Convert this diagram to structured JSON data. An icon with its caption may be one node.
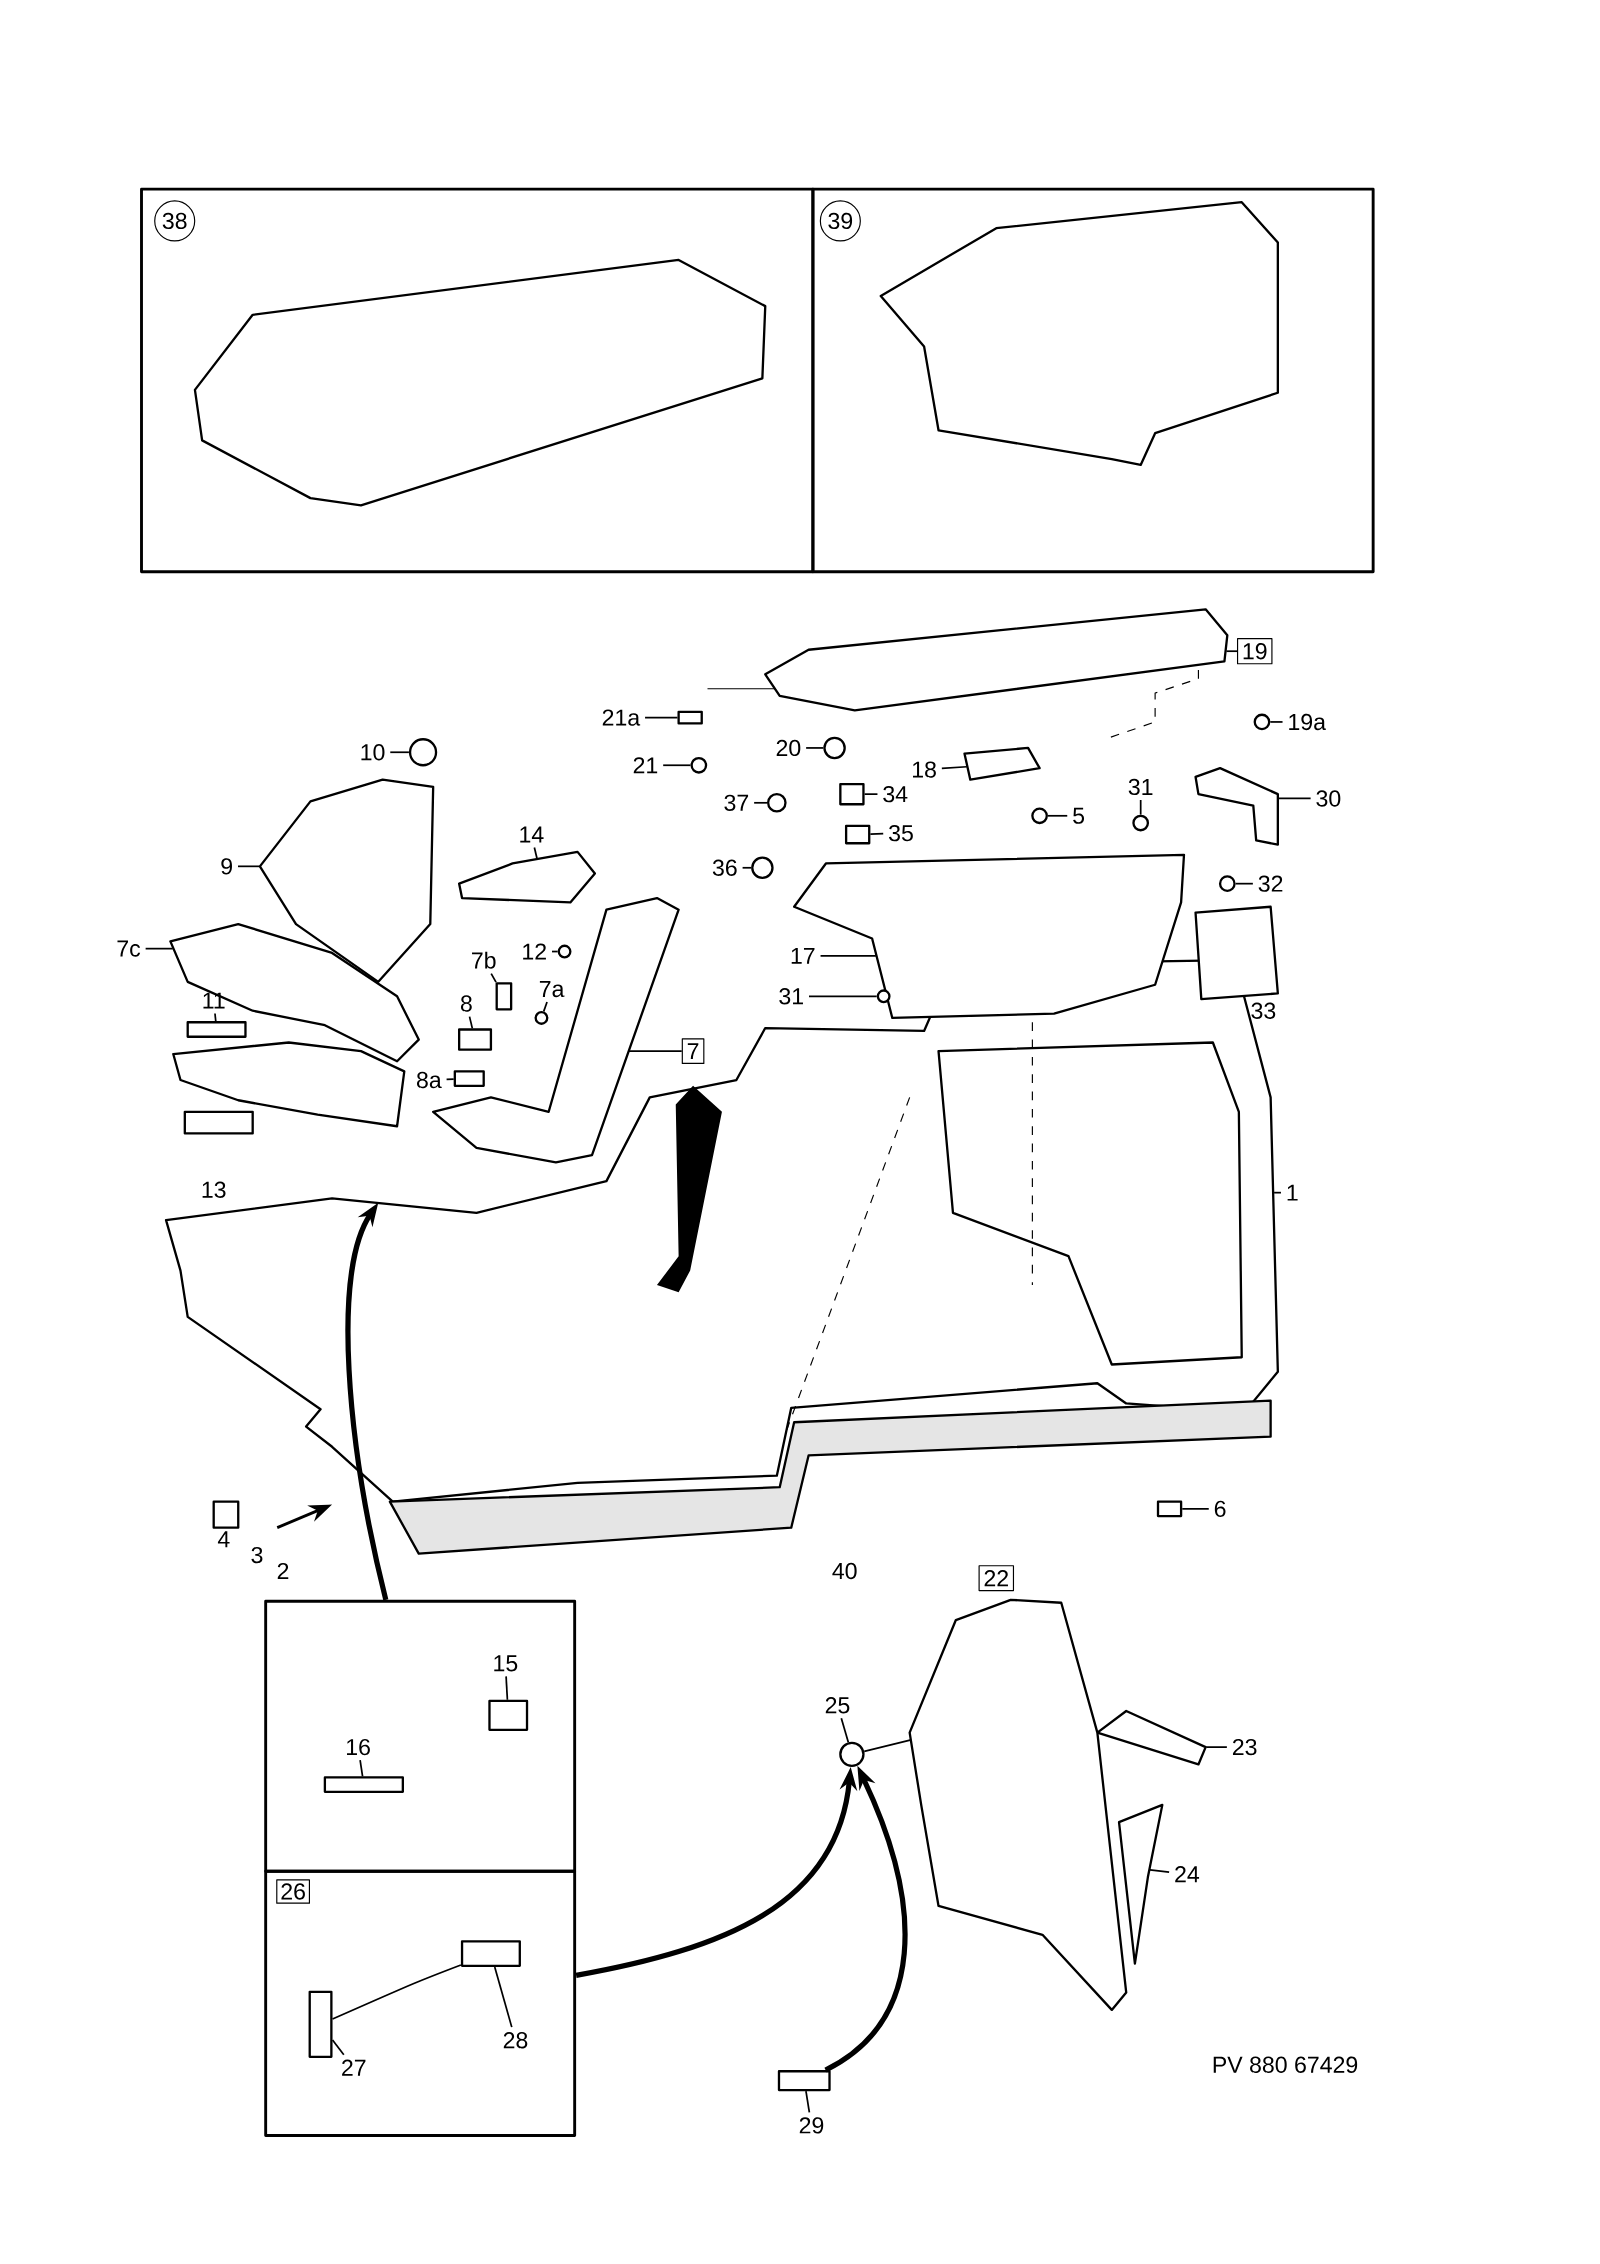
{
  "diagram": {
    "nodes": [
      {
        "text": [
          "38"
        ]
      },
      {
        "text": [
          "39"
        ]
      },
      {
        "text": [
          "19"
        ]
      },
      {
        "text": [
          "21a"
        ]
      },
      {
        "text": [
          "19a"
        ]
      },
      {
        "text": [
          "20"
        ]
      },
      {
        "text": [
          "10"
        ]
      },
      {
        "text": [
          "21"
        ]
      },
      {
        "text": [
          "18"
        ]
      },
      {
        "text": [
          "31"
        ]
      },
      {
        "text": [
          "30"
        ]
      },
      {
        "text": [
          "37"
        ]
      },
      {
        "text": [
          "34"
        ]
      },
      {
        "text": [
          "5"
        ]
      },
      {
        "text": [
          "35"
        ]
      },
      {
        "text": [
          "14"
        ]
      },
      {
        "text": [
          "9"
        ]
      },
      {
        "text": [
          "36"
        ]
      },
      {
        "text": [
          "32"
        ]
      },
      {
        "text": [
          "7c"
        ]
      },
      {
        "text": [
          "12"
        ]
      },
      {
        "text": [
          "17"
        ]
      },
      {
        "text": [
          "7b"
        ]
      },
      {
        "text": [
          "7a"
        ]
      },
      {
        "text": [
          "8"
        ]
      },
      {
        "text": [
          "11"
        ]
      },
      {
        "text": [
          "31"
        ]
      },
      {
        "text": [
          "7"
        ]
      },
      {
        "text": [
          "8a"
        ]
      },
      {
        "text": [
          "1"
        ]
      },
      {
        "text": [
          "6"
        ]
      },
      {
        "text": [
          "22"
        ]
      },
      {
        "text": [],
        "shape": "box"
      },
      {
        "text": [
          "15"
        ],
        "in": 32
      },
      {
        "text": [
          "16"
        ],
        "in": 32
      },
      {
        "text": [
          "25"
        ]
      },
      {
        "text": [
          "23"
        ]
      },
      {
        "text": [
          "24"
        ]
      },
      {
        "text": [
          "26"
        ]
      },
      {
        "text": [
          "28"
        ],
        "in": 38
      },
      {
        "text": [
          "27"
        ],
        "in": 38
      },
      {
        "text": [
          "29"
        ]
      },
      {
        "text": [],
        "shape": "picture"
      },
      {
        "text": [],
        "shape": "box"
      },
      {
        "text": [],
        "shape": "circle"
      },
      {
        "text": [],
        "shape": "circle"
      },
      {
        "text": [],
        "shape": "circle"
      },
      {
        "text": [],
        "shape": "circle"
      },
      {
        "text": [],
        "shape": "picture"
      },
      {
        "text": [],
        "shape": "circle"
      },
      {
        "text": [],
        "shape": "picture"
      },
      {
        "text": [],
        "shape": "circle"
      },
      {
        "text": [],
        "shape": "box"
      },
      {
        "text": [],
        "shape": "circle"
      },
      {
        "text": [],
        "shape": "box"
      },
      {
        "text": [],
        "shape": "picture"
      },
      {
        "text": [],
        "shape": "picture"
      },
      {
        "text": [],
        "shape": "circle"
      },
      {
        "text": [],
        "shape": "circle"
      },
      {
        "text": [],
        "shape": "picture"
      },
      {
        "text": [],
        "shape": "circle"
      },
      {
        "text": [],
        "shape": "picture"
      },
      {
        "text": [],
        "shape": "box"
      },
      {
        "text": [],
        "shape": "circle"
      },
      {
        "text": [],
        "shape": "box"
      },
      {
        "text": [],
        "shape": "box"
      },
      {
        "text": [],
        "shape": "circle"
      },
      {
        "text": [],
        "shape": "picture"
      },
      {
        "text": [],
        "shape": "box"
      },
      {
        "text": [],
        "shape": "picture"
      },
      {
        "text": [],
        "shape": "box"
      },
      {
        "text": [],
        "shape": "box",
        "in": 32
      },
      {
        "text": [],
        "shape": "box",
        "in": 32
      },
      {
        "text": [],
        "shape": "circle"
      },
      {
        "text": [],
        "shape": "picture"
      },
      {
        "text": [],
        "shape": "picture"
      },
      {
        "text": [],
        "shape": "box",
        "in": 38
      },
      {
        "text": [],
        "shape": "box",
        "in": 38
      },
      {
        "text": [],
        "shape": "box"
      },
      {
        "text": [],
        "shape": "picture"
      },
      {
        "text": [],
        "shape": "picture"
      }
    ],
    "edges": [
      {
        "from": 2,
        "to": 42,
        "arrow": "none"
      },
      {
        "from": 3,
        "to": 43,
        "arrow": "none"
      },
      {
        "from": 4,
        "to": 44,
        "arrow": "none"
      },
      {
        "from": 5,
        "to": 45,
        "arrow": "none"
      },
      {
        "from": 6,
        "to": 46,
        "arrow": "none"
      },
      {
        "from": 7,
        "to": 47,
        "arrow": "none"
      },
      {
        "from": 8,
        "to": 48,
        "arrow": "none"
      },
      {
        "from": 9,
        "to": 49,
        "arrow": "none"
      },
      {
        "from": 10,
        "to": 50,
        "arrow": "none"
      },
      {
        "from": 11,
        "to": 51,
        "arrow": "none"
      },
      {
        "from": 12,
        "to": 52,
        "arrow": "none"
      },
      {
        "from": 13,
        "to": 53,
        "arrow": "none"
      },
      {
        "from": 14,
        "to": 54,
        "arrow": "none"
      },
      {
        "from": 15,
        "to": 55,
        "arrow": "none"
      },
      {
        "from": 16,
        "to": 56,
        "arrow": "none"
      },
      {
        "from": 17,
        "to": 57,
        "arrow": "none"
      },
      {
        "from": 18,
        "to": 58,
        "arrow": "none"
      },
      {
        "from": 19,
        "to": 59,
        "arrow": "none"
      },
      {
        "from": 20,
        "to": 60,
        "arrow": "none"
      },
      {
        "from": 21,
        "to": 61,
        "arrow": "none"
      },
      {
        "from": 22,
        "to": 62,
        "arrow": "none"
      },
      {
        "from": 23,
        "to": 63,
        "arrow": "none"
      },
      {
        "from": 24,
        "to": 64,
        "arrow": "none"
      },
      {
        "from": 25,
        "to": 65,
        "arrow": "none"
      },
      {
        "from": 26,
        "to": 66,
        "arrow": "none"
      },
      {
        "from": 27,
        "to": 67,
        "arrow": "none"
      },
      {
        "from": 28,
        "to": 68,
        "arrow": "none"
      },
      {
        "from": 29,
        "to": 69,
        "arrow": "none"
      },
      {
        "from": 30,
        "to": 70,
        "arrow": "none"
      },
      {
        "from": 33,
        "to": 71,
        "arrow": "none"
      },
      {
        "from": 34,
        "to": 72,
        "arrow": "none"
      },
      {
        "from": 35,
        "to": 73,
        "arrow": "none"
      },
      {
        "from": 36,
        "to": 74,
        "arrow": "none"
      },
      {
        "from": 37,
        "to": 75,
        "arrow": "none"
      },
      {
        "from": 39,
        "to": 76,
        "arrow": "none"
      },
      {
        "from": 40,
        "to": 77,
        "arrow": "none"
      },
      {
        "from": 41,
        "to": 78,
        "arrow": "none"
      },
      {
        "from": 32,
        "to": 69,
        "arrow": "to",
        "style": "thick"
      },
      {
        "from": 38,
        "to": 73,
        "arrow": "to",
        "style": "thick"
      },
      {
        "from": 78,
        "to": 73,
        "arrow": "to",
        "style": "thick"
      },
      {
        "from": 77,
        "to": 76,
        "arrow": "none"
      },
      {
        "from": 73,
        "to": 80,
        "arrow": "none"
      }
    ],
    "labels": [
      "33",
      "13",
      "4",
      "3",
      "2",
      "40",
      "PV 880 67429"
    ]
  }
}
